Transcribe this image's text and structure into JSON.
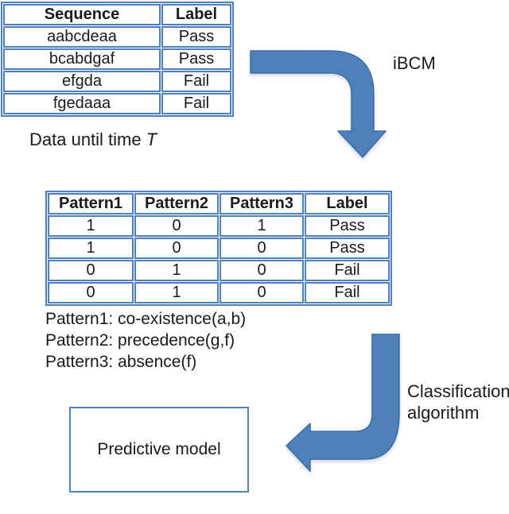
{
  "colors": {
    "accent_blue": "#4f81bd",
    "arrow_fill": "#4e80bc",
    "arrow_outline": "#3a6da5",
    "text": "#1a1a1a",
    "background": "#ffffff"
  },
  "sequence_table": {
    "headers": [
      "Sequence",
      "Label"
    ],
    "rows": [
      [
        "aabcdeaa",
        "Pass"
      ],
      [
        "bcabdgaf",
        "Pass"
      ],
      [
        "efgda",
        "Fail"
      ],
      [
        "fgedaaa",
        "Fail"
      ]
    ]
  },
  "caption": {
    "prefix": "Data until time ",
    "time_symbol": "T"
  },
  "arrows": {
    "ibcm_label": "iBCM",
    "classification_label_line1": "Classification",
    "classification_label_line2": "algorithm"
  },
  "pattern_table": {
    "headers": [
      "Pattern1",
      "Pattern2",
      "Pattern3",
      "Label"
    ],
    "rows": [
      [
        "1",
        "0",
        "1",
        "Pass"
      ],
      [
        "1",
        "0",
        "0",
        "Pass"
      ],
      [
        "0",
        "1",
        "0",
        "Fail"
      ],
      [
        "0",
        "1",
        "0",
        "Fail"
      ]
    ]
  },
  "pattern_definitions": [
    "Pattern1: co-existence(a,b)",
    "Pattern2: precedence(g,f)",
    "Pattern3: absence(f)"
  ],
  "predictive_model": {
    "label": "Predictive model"
  }
}
